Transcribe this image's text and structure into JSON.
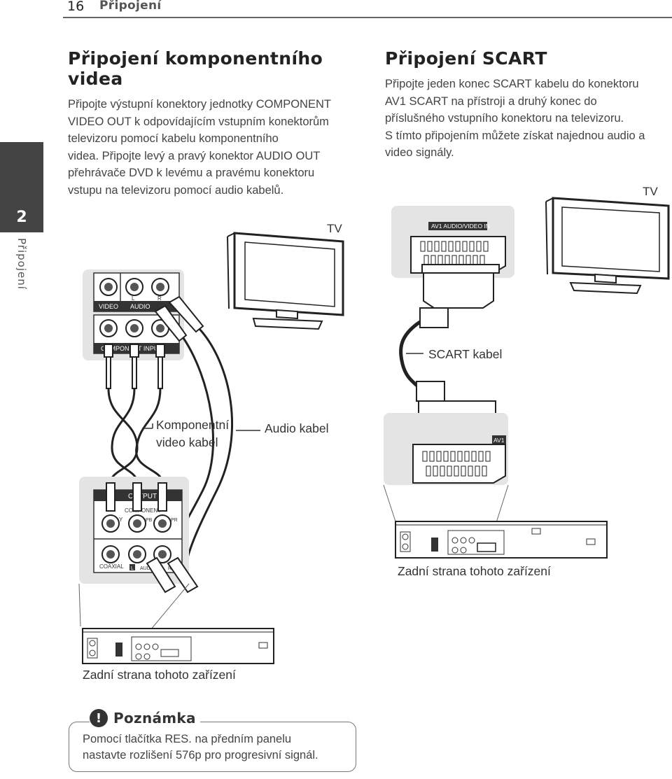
{
  "header": {
    "page_number": "16",
    "section": "Připojení"
  },
  "side_tab": {
    "chapter": "2",
    "label": "Připojení"
  },
  "component": {
    "title": "Připojení komponentního videa",
    "lines": [
      "Připojte výstupní konektory jednotky COMPONENT",
      "VIDEO OUT k odpovídajícím vstupním konektorům",
      "televizoru pomocí kabelu komponentního",
      "videa. Připojte levý a pravý konektor AUDIO OUT",
      "přehrávače DVD k levému a pravému konektoru",
      "vstupu na televizoru pomocí audio kabelů."
    ],
    "tv_label": "TV",
    "tv_panel": {
      "video": "VIDEO",
      "l": "L",
      "r": "R",
      "audio": "AUDIO",
      "component_input": "COMPONENT INPUT"
    },
    "cable_component_l1": "Komponentní",
    "cable_component_l2": "video kabel",
    "cable_audio": "Audio kabel",
    "unit_panel": {
      "output": "OUTPUT",
      "component": "COMPONENT",
      "y": "Y",
      "pb": "PB",
      "pr": "PR",
      "coaxial": "COAXIAL",
      "l": "L",
      "audio": "AUDIO",
      "r": "R"
    },
    "rear_label": "Zadní strana tohoto zařízení"
  },
  "scart": {
    "title": "Připojení SCART",
    "lines": [
      "Připojte jeden konec SCART kabelu do konektoru",
      "AV1 SCART na přístroji a druhý konec do",
      "příslušného vstupního konektoru na televizoru.",
      "S tímto připojením můžete získat najednou audio a",
      "video signály."
    ],
    "tv_label": "TV",
    "tv_connector": "AV1 AUDIO/VIDEO IN",
    "cable_label": "SCART kabel",
    "unit_connector": "AV1",
    "rear_label": "Zadní strana tohoto zařízení"
  },
  "note": {
    "icon": "!",
    "title": "Poznámka",
    "line1": "Pomocí tlačítka RES. na předním panelu",
    "line2": "nastavte rozlišení 576p pro progresivní signál."
  }
}
